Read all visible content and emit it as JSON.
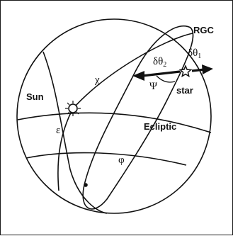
{
  "colors": {
    "ink": "#111111",
    "background": "#ffffff"
  },
  "icons": {
    "sun": "sun-icon",
    "star": "star-icon"
  },
  "labels": {
    "rgc": "RGC",
    "delta_theta_2": "δθ",
    "delta_theta_2_sub": "2",
    "delta_theta_1": "δθ",
    "delta_theta_1_sub": "1",
    "chi": "χ",
    "psi": "Ψ",
    "star": "star",
    "sun": "Sun",
    "ecliptic": "Ecliptic",
    "epsilon": "ε",
    "phi": "φ"
  }
}
